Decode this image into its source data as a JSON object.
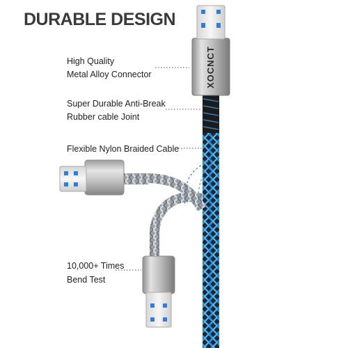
{
  "title": "DURABLE DESIGN",
  "brand": "XOCNCT",
  "features": [
    {
      "lines": [
        "High Quality",
        "Metal Alloy Connector"
      ]
    },
    {
      "lines": [
        "Super Durable Anti-Break",
        "Rubber cable Joint"
      ]
    },
    {
      "lines": [
        "Flexible Nylon Braided Cable"
      ]
    },
    {
      "lines": [
        "10,000+ Times",
        "Bend Test"
      ]
    }
  ],
  "colors": {
    "title": "#3a3a3a",
    "cable_blue": "#2a8fd6",
    "cable_dark": "#1b2a3a",
    "metal": "#b4b4b4",
    "usb_blue": "#2f7fd8"
  },
  "icons": [
    "usb-a-plug-icon"
  ]
}
